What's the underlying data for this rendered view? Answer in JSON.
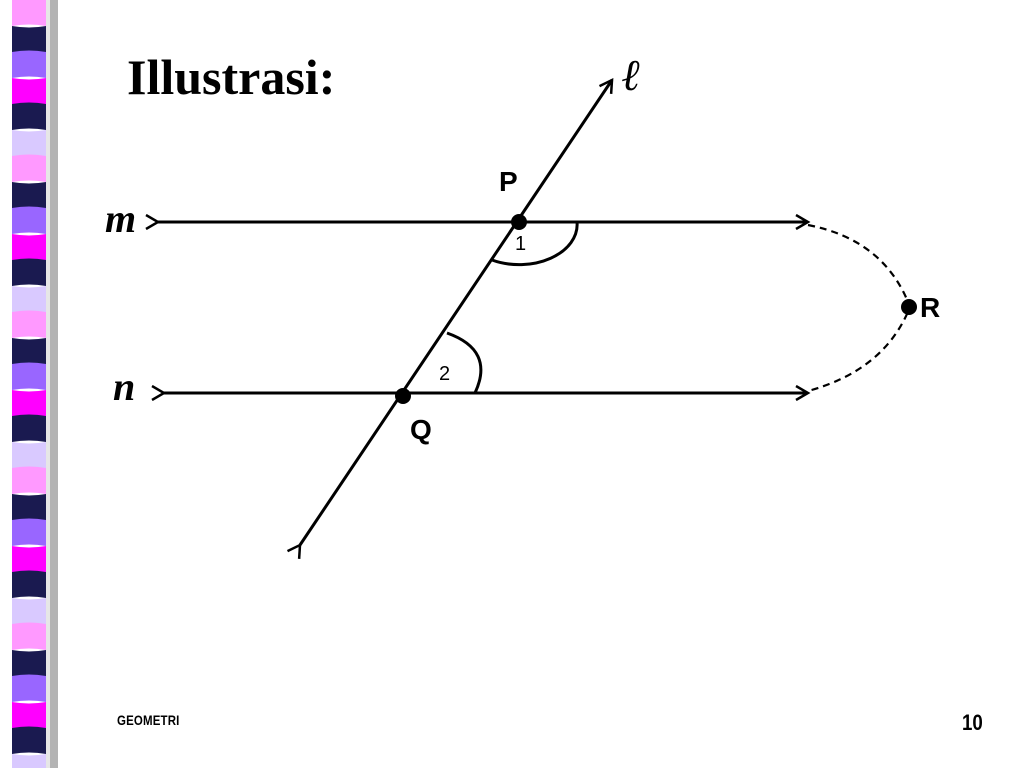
{
  "slide": {
    "title": "Illustrasi:",
    "footer_left": "GEOMETRI",
    "page_number": "10"
  },
  "diagram": {
    "line_labels": {
      "transversal": "ℓ",
      "top": "m",
      "bottom": "n"
    },
    "point_labels": {
      "p": "P",
      "q": "Q",
      "r": "R"
    },
    "angle_labels": {
      "angle1": "1",
      "angle2": "2"
    }
  },
  "colors": {
    "ink": "#000000",
    "sidebar_magenta": "#FF00FF",
    "sidebar_pink": "#FF99FF",
    "sidebar_violet": "#9966FF",
    "sidebar_navy": "#1A1A50",
    "sidebar_lavender": "#D9C9FF",
    "sidebar_edge": "#999999"
  }
}
